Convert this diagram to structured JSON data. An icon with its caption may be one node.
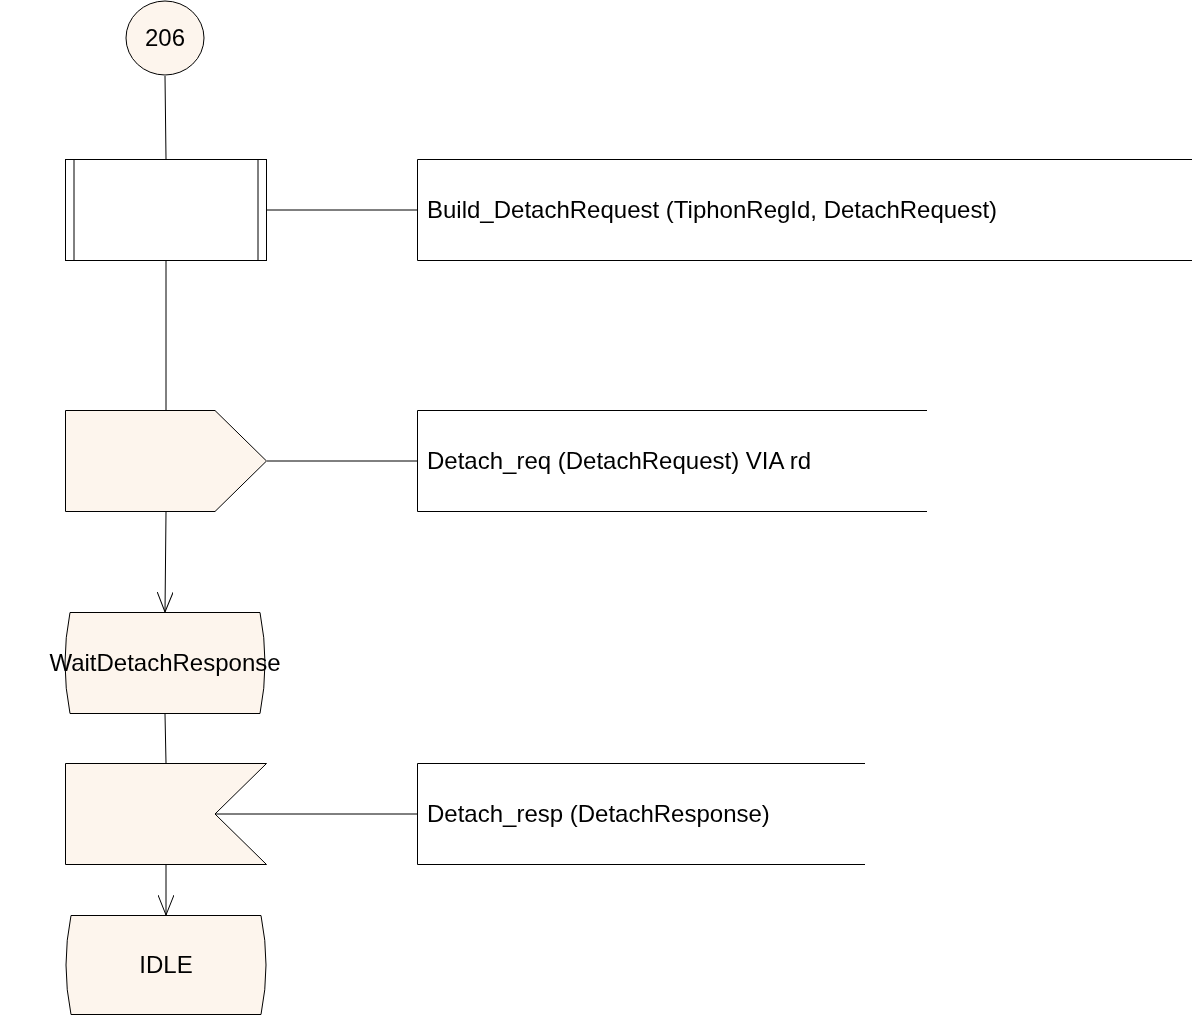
{
  "diagram": {
    "nodes": [
      {
        "text": [
          "206"
        ]
      },
      {
        "text": [],
        "shape": "box"
      },
      {
        "text": [
          "Build_DetachRequest (TiphonRegId, DetachRequest)"
        ]
      },
      {
        "text": [],
        "shape": "box"
      },
      {
        "text": [
          "Detach_req (DetachRequest) VIA rd"
        ]
      },
      {
        "text": [
          "WaitDetachResponse"
        ]
      },
      {
        "text": [],
        "shape": "box"
      },
      {
        "text": [
          "Detach_resp (DetachResponse)"
        ]
      },
      {
        "text": [
          "IDLE"
        ]
      }
    ],
    "edges": [
      {
        "from": 0,
        "to": 1,
        "arrow": "none"
      },
      {
        "from": 1,
        "to": 2,
        "arrow": "none"
      },
      {
        "from": 1,
        "to": 3,
        "arrow": "none"
      },
      {
        "from": 3,
        "to": 4,
        "arrow": "none"
      },
      {
        "from": 3,
        "to": 5,
        "arrow": "to"
      },
      {
        "from": 5,
        "to": 6,
        "arrow": "none"
      },
      {
        "from": 6,
        "to": 7,
        "arrow": "none"
      },
      {
        "from": 6,
        "to": 8,
        "arrow": "to"
      }
    ]
  }
}
